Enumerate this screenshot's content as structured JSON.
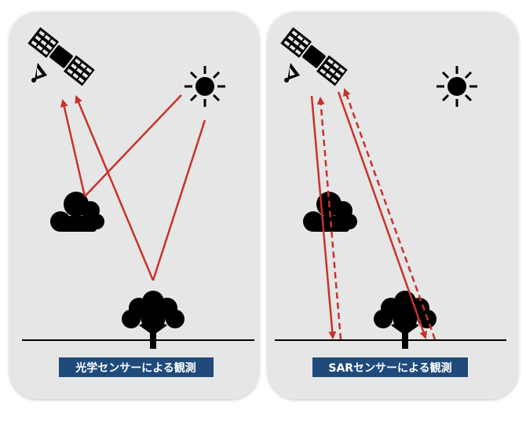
{
  "panels": [
    {
      "id": "optical",
      "caption": "光学センサーによる観測"
    },
    {
      "id": "sar",
      "caption": "SARセンサーによる観測"
    }
  ],
  "colors": {
    "panel_bg": "#e6e6e6",
    "ray": "#c8322b",
    "caption_bg": "#1f4a7a",
    "icon": "#000000"
  },
  "icons": [
    "satellite-icon",
    "sun-icon",
    "cloud-icon",
    "tree-icon"
  ]
}
